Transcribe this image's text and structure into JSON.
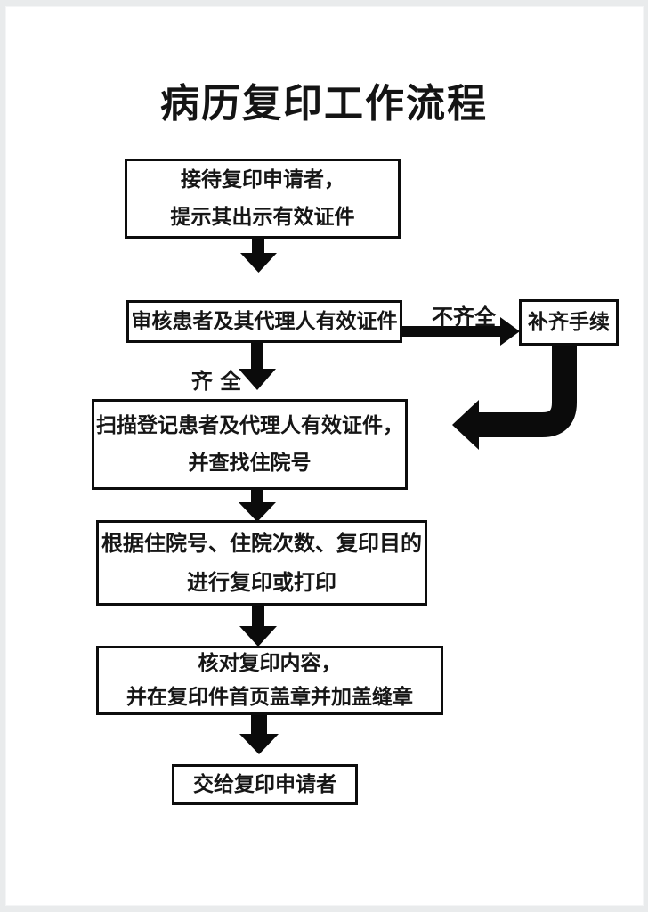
{
  "page": {
    "title": "病历复印工作流程",
    "colors": {
      "ink": "#0b0b0b",
      "page_bg": "#ffffff",
      "frame_bg": "#e9ebec"
    }
  },
  "flowchart": {
    "nodes": [
      {
        "id": "reception",
        "lines": [
          "接待复印申请者，",
          "提示其出示有效证件"
        ]
      },
      {
        "id": "review",
        "lines": [
          "审核患者及其代理人有效证件"
        ]
      },
      {
        "id": "supplement",
        "lines": [
          "补齐手续"
        ]
      },
      {
        "id": "scan",
        "lines": [
          "扫描登记患者及代理人有效证件，",
          "并查找住院号"
        ]
      },
      {
        "id": "copy",
        "lines": [
          "根据住院号、住院次数、复印目的",
          "进行复印或打印"
        ]
      },
      {
        "id": "verify",
        "lines": [
          "核对复印内容，",
          "并在复印件首页盖章并加盖缝章"
        ]
      },
      {
        "id": "deliver",
        "lines": [
          "交给复印申请者"
        ]
      }
    ],
    "edge_labels": {
      "incomplete": "不齐全",
      "complete": "齐 全"
    }
  }
}
